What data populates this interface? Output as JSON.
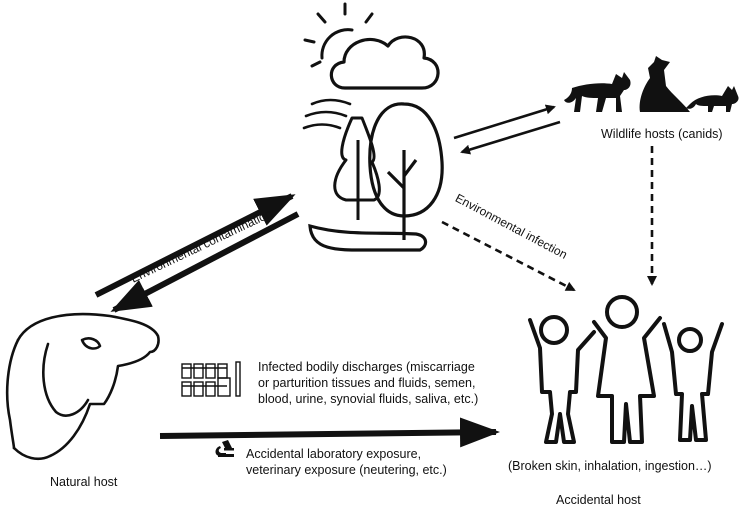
{
  "labels": {
    "wildlife_hosts": "Wildlife hosts (canids)",
    "environmental_contamination": "Environmental contamination",
    "environmental_infection": "Environmental infection",
    "natural_host": "Natural host",
    "accidental_host": "Accidental host",
    "routes": "(Broken skin, inhalation, ingestion…)",
    "discharges_lines": [
      "Infected bodily discharges (miscarriage",
      "or parturition tissues and fluids, semen,",
      "blood, urine, synovial fluids, saliva, etc.)"
    ],
    "lab_exposure_lines": [
      "Accidental laboratory exposure,",
      "veterinary exposure (neutering, etc.)"
    ]
  },
  "icons": [
    "sun-icon",
    "cloud-icon",
    "birds-icon",
    "pine-tree-icon",
    "deciduous-tree-icon",
    "coyote-icon",
    "howling-wolf-icon",
    "fox-icon",
    "dog-head-icon",
    "sample-tubes-icon",
    "microscope-icon",
    "family-icon"
  ]
}
